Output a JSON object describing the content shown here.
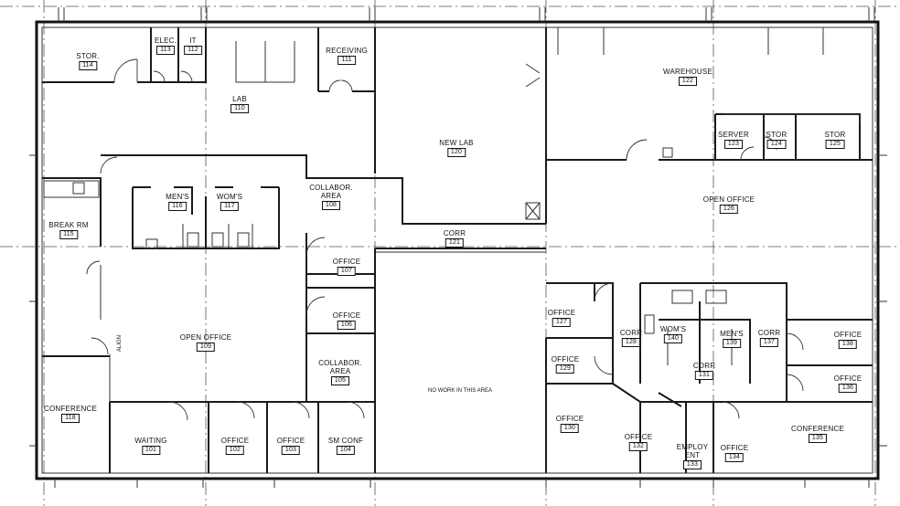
{
  "rooms": [
    {
      "id": "r114",
      "name": "STOR.",
      "number": "114"
    },
    {
      "id": "r113",
      "name": "ELEC.",
      "number": "113"
    },
    {
      "id": "r112",
      "name": "IT",
      "number": "112"
    },
    {
      "id": "r111",
      "name": "RECEIVING",
      "number": "111"
    },
    {
      "id": "r110",
      "name": "LAB",
      "number": "110"
    },
    {
      "id": "r120",
      "name": "NEW LAB",
      "number": "120"
    },
    {
      "id": "r122",
      "name": "WAREHOUSE",
      "number": "122"
    },
    {
      "id": "r123",
      "name": "SERVER",
      "number": "123"
    },
    {
      "id": "r124",
      "name": "STOR",
      "number": "124"
    },
    {
      "id": "r125",
      "name": "STOR",
      "number": "125"
    },
    {
      "id": "r116",
      "name": "MEN'S",
      "number": "116"
    },
    {
      "id": "r117",
      "name": "WOM'S",
      "number": "117"
    },
    {
      "id": "r108",
      "name": "COLLABOR. AREA",
      "number": "108"
    },
    {
      "id": "r115",
      "name": "BREAK RM",
      "number": "115"
    },
    {
      "id": "r126",
      "name": "OPEN OFFICE",
      "number": "126"
    },
    {
      "id": "r121",
      "name": "CORR",
      "number": "121"
    },
    {
      "id": "r107",
      "name": "OFFICE",
      "number": "107"
    },
    {
      "id": "r106",
      "name": "OFFICE",
      "number": "106"
    },
    {
      "id": "r109",
      "name": "OPEN OFFICE",
      "number": "109"
    },
    {
      "id": "r105",
      "name": "COLLABOR. AREA",
      "number": "105"
    },
    {
      "id": "r118",
      "name": "CONFERENCE",
      "number": "118"
    },
    {
      "id": "r101",
      "name": "WAITING",
      "number": "101"
    },
    {
      "id": "r102",
      "name": "OFFICE",
      "number": "102"
    },
    {
      "id": "r103",
      "name": "OFFICE",
      "number": "103"
    },
    {
      "id": "r104",
      "name": "SM CONF",
      "number": "104"
    },
    {
      "id": "r127",
      "name": "OFFICE",
      "number": "127"
    },
    {
      "id": "r128",
      "name": "CORR",
      "number": "128"
    },
    {
      "id": "r129",
      "name": "OFFICE",
      "number": "129"
    },
    {
      "id": "r130",
      "name": "OFFICE",
      "number": "130"
    },
    {
      "id": "r140",
      "name": "WOM'S",
      "number": "140"
    },
    {
      "id": "r139",
      "name": "MEN'S",
      "number": "139"
    },
    {
      "id": "r131",
      "name": "CORR",
      "number": "131"
    },
    {
      "id": "r137",
      "name": "CORR",
      "number": "137"
    },
    {
      "id": "r138",
      "name": "OFFICE",
      "number": "138"
    },
    {
      "id": "r136",
      "name": "OFFICE",
      "number": "136"
    },
    {
      "id": "r135",
      "name": "CONFERENCE",
      "number": "135"
    },
    {
      "id": "r132",
      "name": "OFFICE",
      "number": "132"
    },
    {
      "id": "r133",
      "name": "EMPLOY ENT",
      "number": "133"
    },
    {
      "id": "r134",
      "name": "OFFICE",
      "number": "134"
    }
  ],
  "notes": {
    "no_work": "NO WORK IN THIS AREA",
    "side_note": "ALIGN"
  },
  "colors": {
    "line": "#1a1a1a",
    "background": "#ffffff"
  }
}
